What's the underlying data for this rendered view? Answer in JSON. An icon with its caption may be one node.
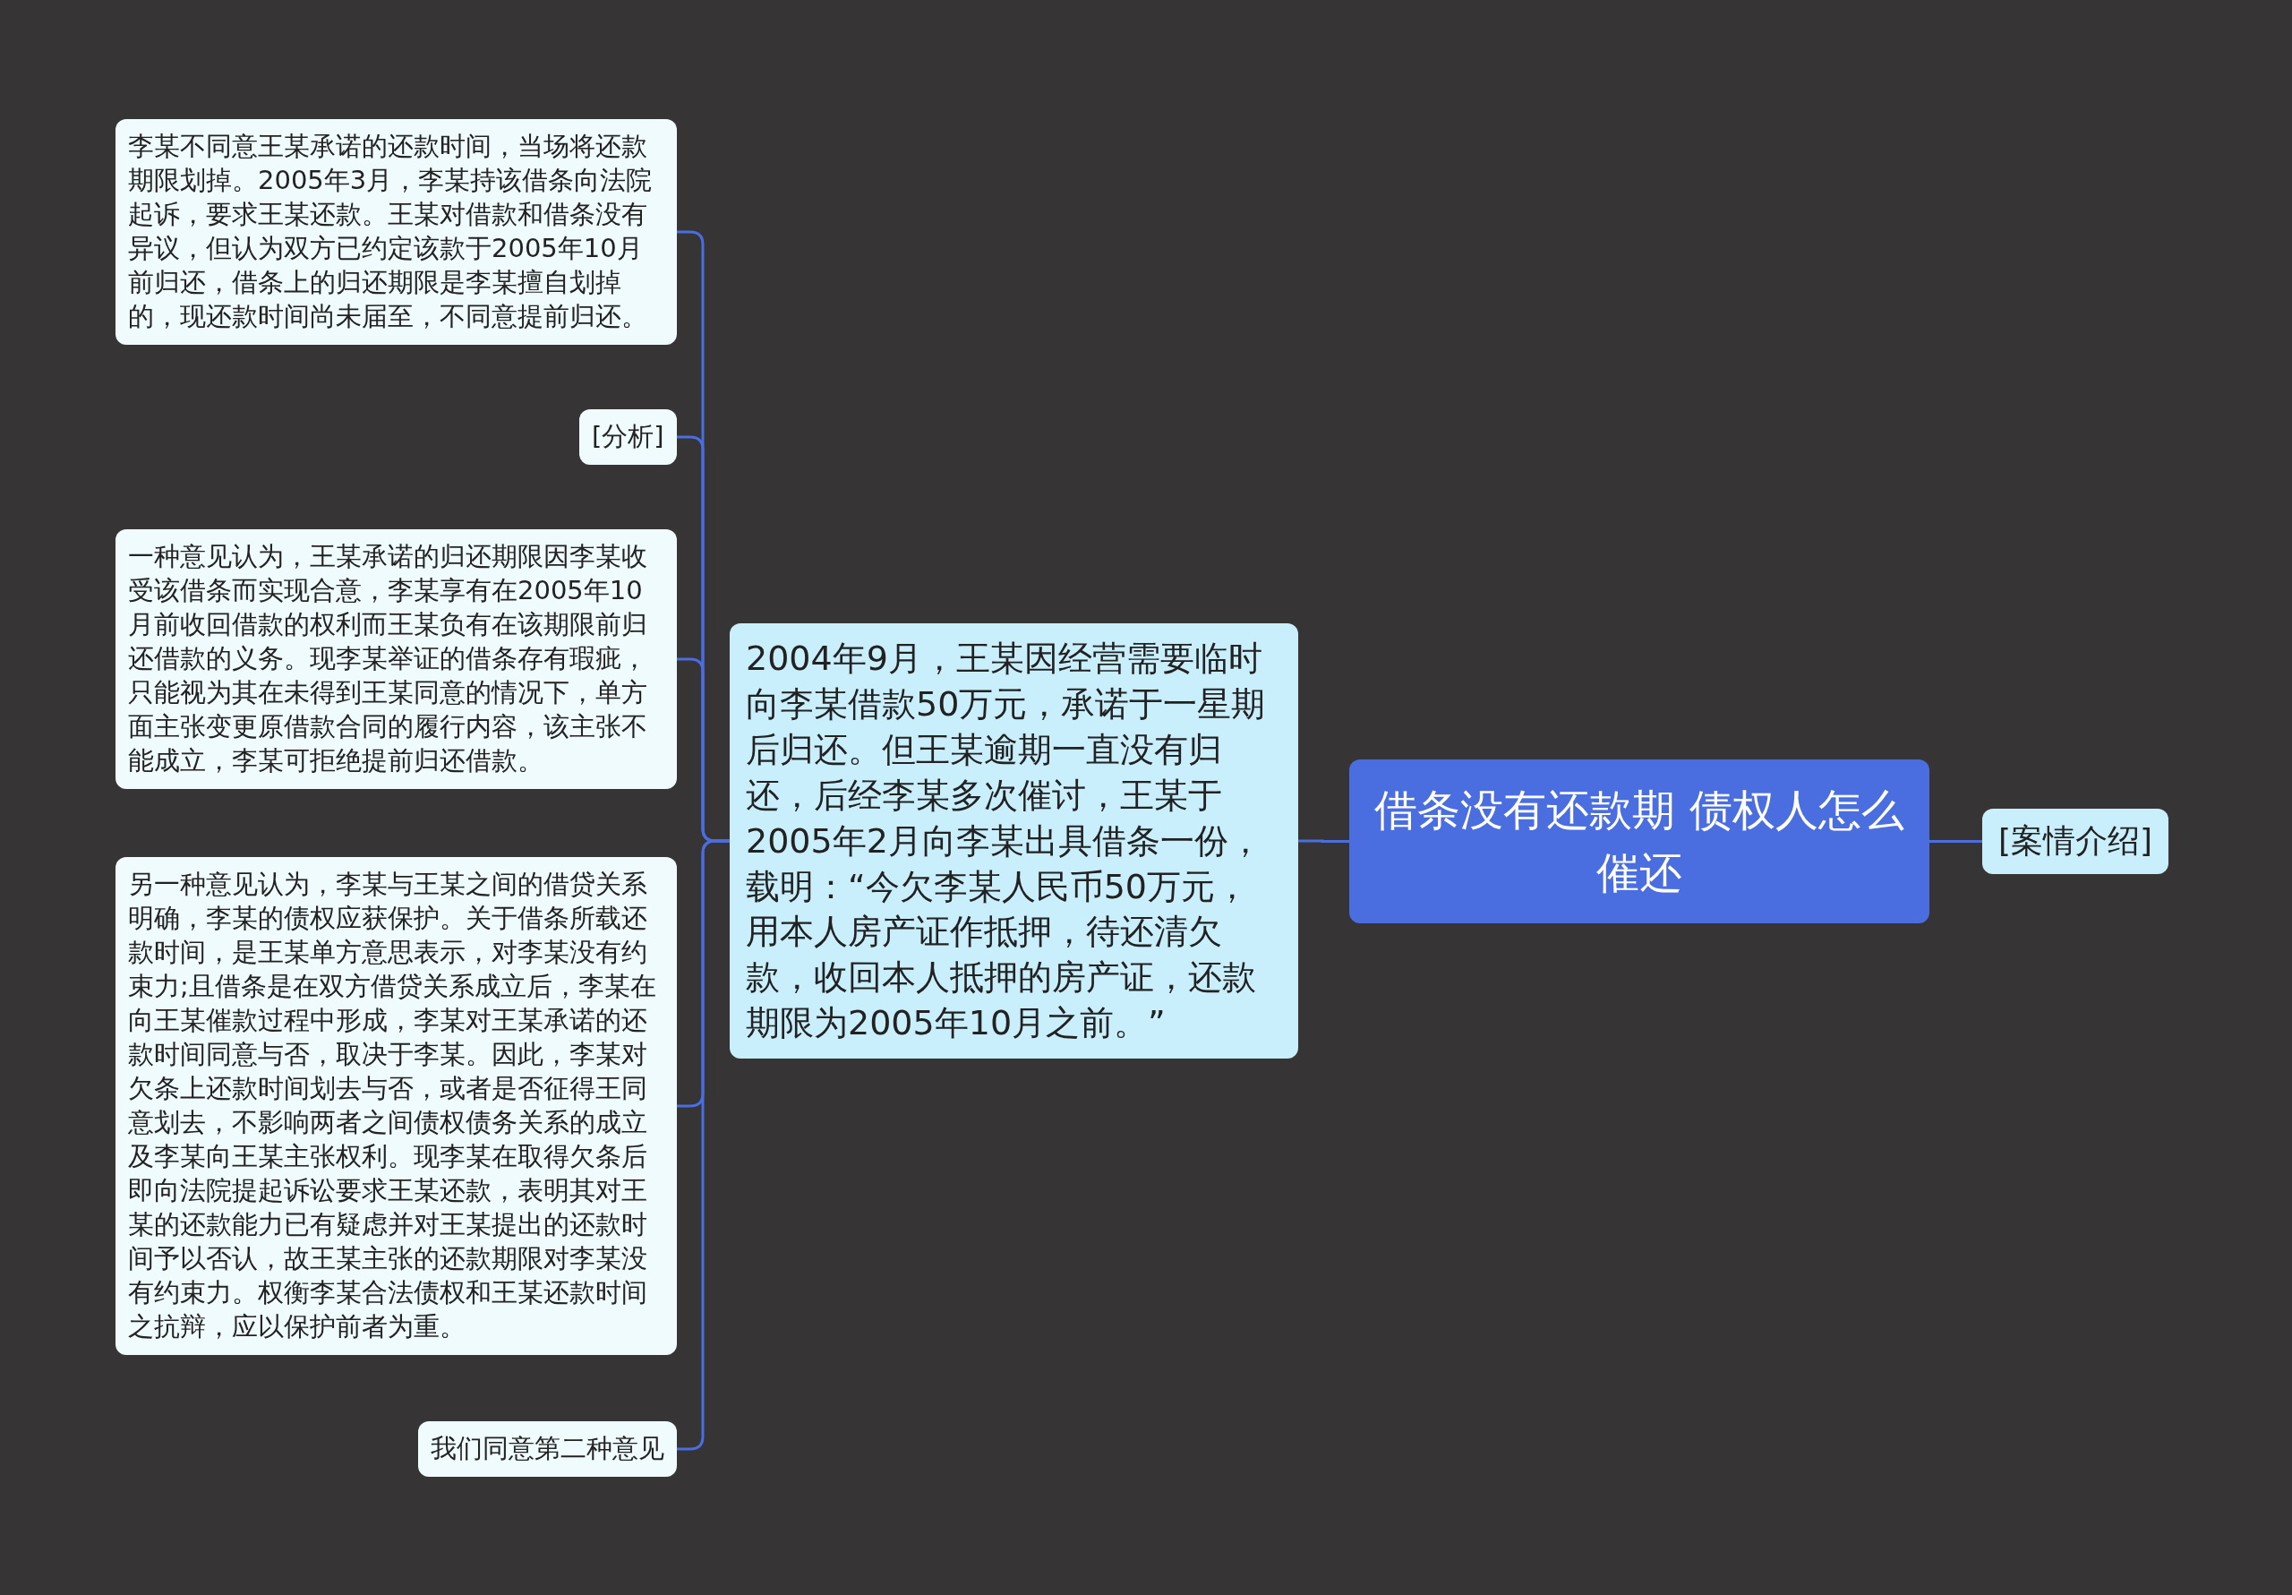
{
  "diagram": {
    "nodes": [
      {
        "text": [
          "借条没有还款期 债权人怎么催还"
        ]
      },
      {
        "text": [
          "[案情介绍]"
        ]
      },
      {
        "text": [
          "2004年9月，王某因经营需要临时向李某借款50万元，承诺于一星期后归还。但王某逾期一直没有归还，后经李某多次催讨，王某于2005年2月向李某出具借条一份，载明：“今欠李某人民币50万元，用本人房产证作抵押，待还清欠款，收回本人抵押的房产证，还款期限为2005年10月之前。”"
        ]
      },
      {
        "text": [
          "李某不同意王某承诺的还款时间，当场将还款期限划掉。2005年3月，李某持该借条向法院起诉，要求王某还款。王某对借款和借条没有异议，但认为双方已约定该款于2005年10月前归还，借条上的归还期限是李某擅自划掉的，现还款时间尚未届至，不同意提前归还。"
        ]
      },
      {
        "text": [
          "[分析]"
        ]
      },
      {
        "text": [
          "一种意见认为，王某承诺的归还期限因李某收受该借条而实现合意，李某享有在2005年10月前收回借款的权利而王某负有在该期限前归还借款的义务。现李某举证的借条存有瑕疵，只能视为其在未得到王某同意的情况下，单方面主张变更原借款合同的履行内容，该主张不能成立，李某可拒绝提前归还借款。"
        ]
      },
      {
        "text": [
          "另一种意见认为，李某与王某之间的借贷关系明确，李某的债权应获保护。关于借条所载还款时间，是王某单方意思表示，对李某没有约束力;且借条是在双方借贷关系成立后，李某在向王某催款过程中形成，李某对王某承诺的还款时间同意与否，取决于李某。因此，李某对欠条上还款时间划去与否，或者是否征得王同意划去，不影响两者之间债权债务关系的成立及李某向王某主张权利。现李某在取得欠条后即向法院提起诉讼要求王某还款，表明其对王某的还款能力已有疑虑并对王某提出的还款时间予以否认，故王某主张的还款期限对李某没有约束力。权衡李某合法债权和王某还款时间之抗辩，应以保护前者为重。"
        ]
      },
      {
        "text": [
          "我们同意第二种意见"
        ]
      }
    ],
    "edges": [
      {
        "from": 0,
        "to": 1,
        "arrow": "none"
      },
      {
        "from": 0,
        "to": 2,
        "arrow": "none"
      },
      {
        "from": 2,
        "to": 3,
        "arrow": "none"
      },
      {
        "from": 2,
        "to": 4,
        "arrow": "none"
      },
      {
        "from": 2,
        "to": 5,
        "arrow": "none"
      },
      {
        "from": 2,
        "to": 6,
        "arrow": "none"
      },
      {
        "from": 2,
        "to": 7,
        "arrow": "none"
      }
    ]
  }
}
